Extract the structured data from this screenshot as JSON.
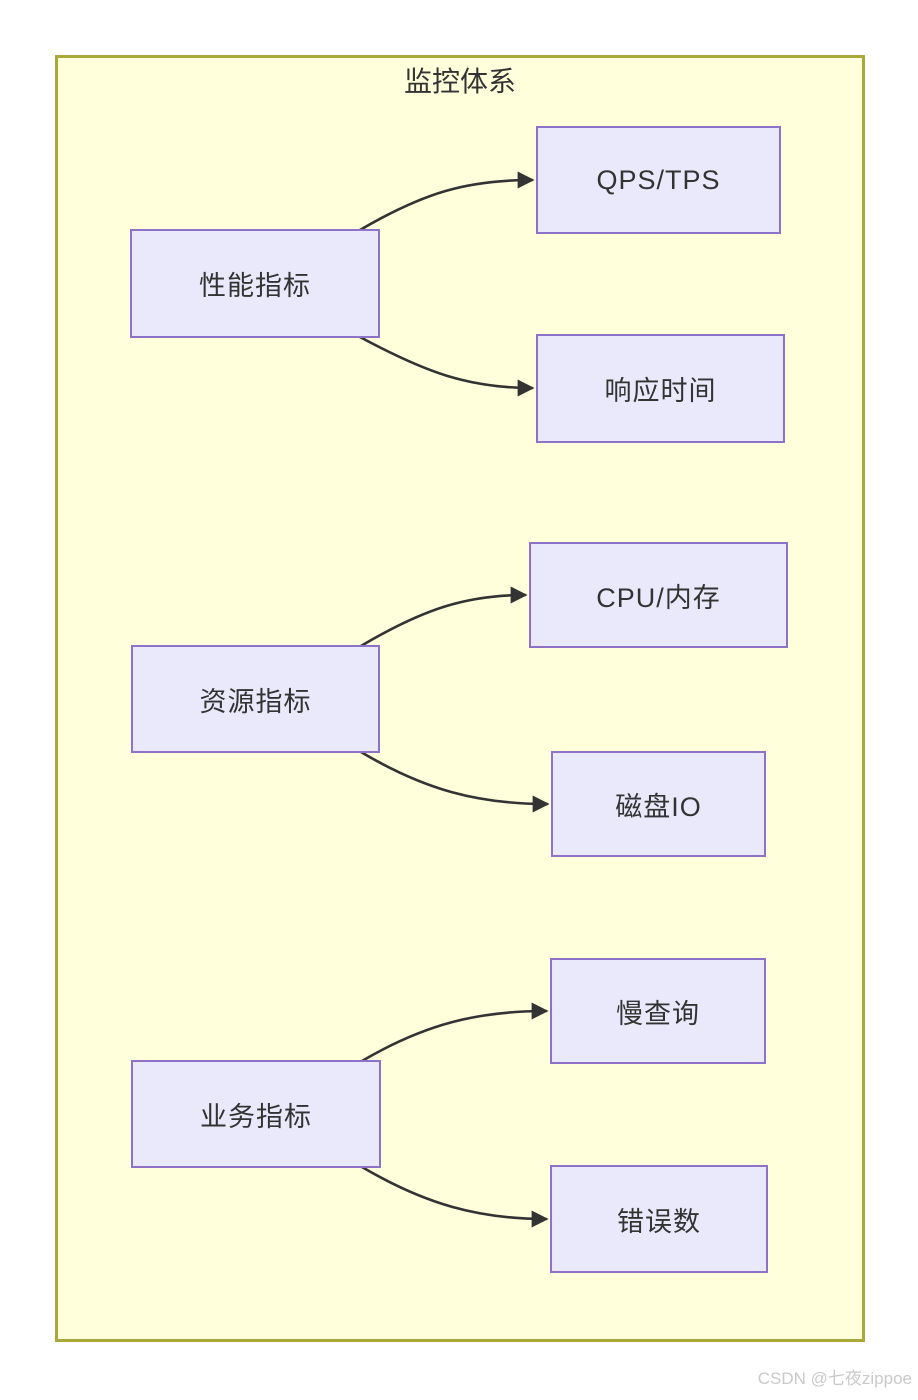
{
  "title": "监控体系",
  "watermark": "CSDN @七夜zippoe",
  "groups": [
    {
      "source": {
        "label": "性能指标"
      },
      "targets": [
        {
          "label": "QPS/TPS"
        },
        {
          "label": "响应时间"
        }
      ]
    },
    {
      "source": {
        "label": "资源指标"
      },
      "targets": [
        {
          "label": "CPU/内存"
        },
        {
          "label": "磁盘IO"
        }
      ]
    },
    {
      "source": {
        "label": "业务指标"
      },
      "targets": [
        {
          "label": "慢查询"
        },
        {
          "label": "错误数"
        }
      ]
    }
  ],
  "colors": {
    "container_fill": "#ffffdb",
    "container_border": "#aaa83a",
    "node_fill": "#e9e9fb",
    "node_border": "#8e72ca",
    "arrow": "#333333",
    "text": "#333333",
    "watermark": "#c9c9c9"
  }
}
